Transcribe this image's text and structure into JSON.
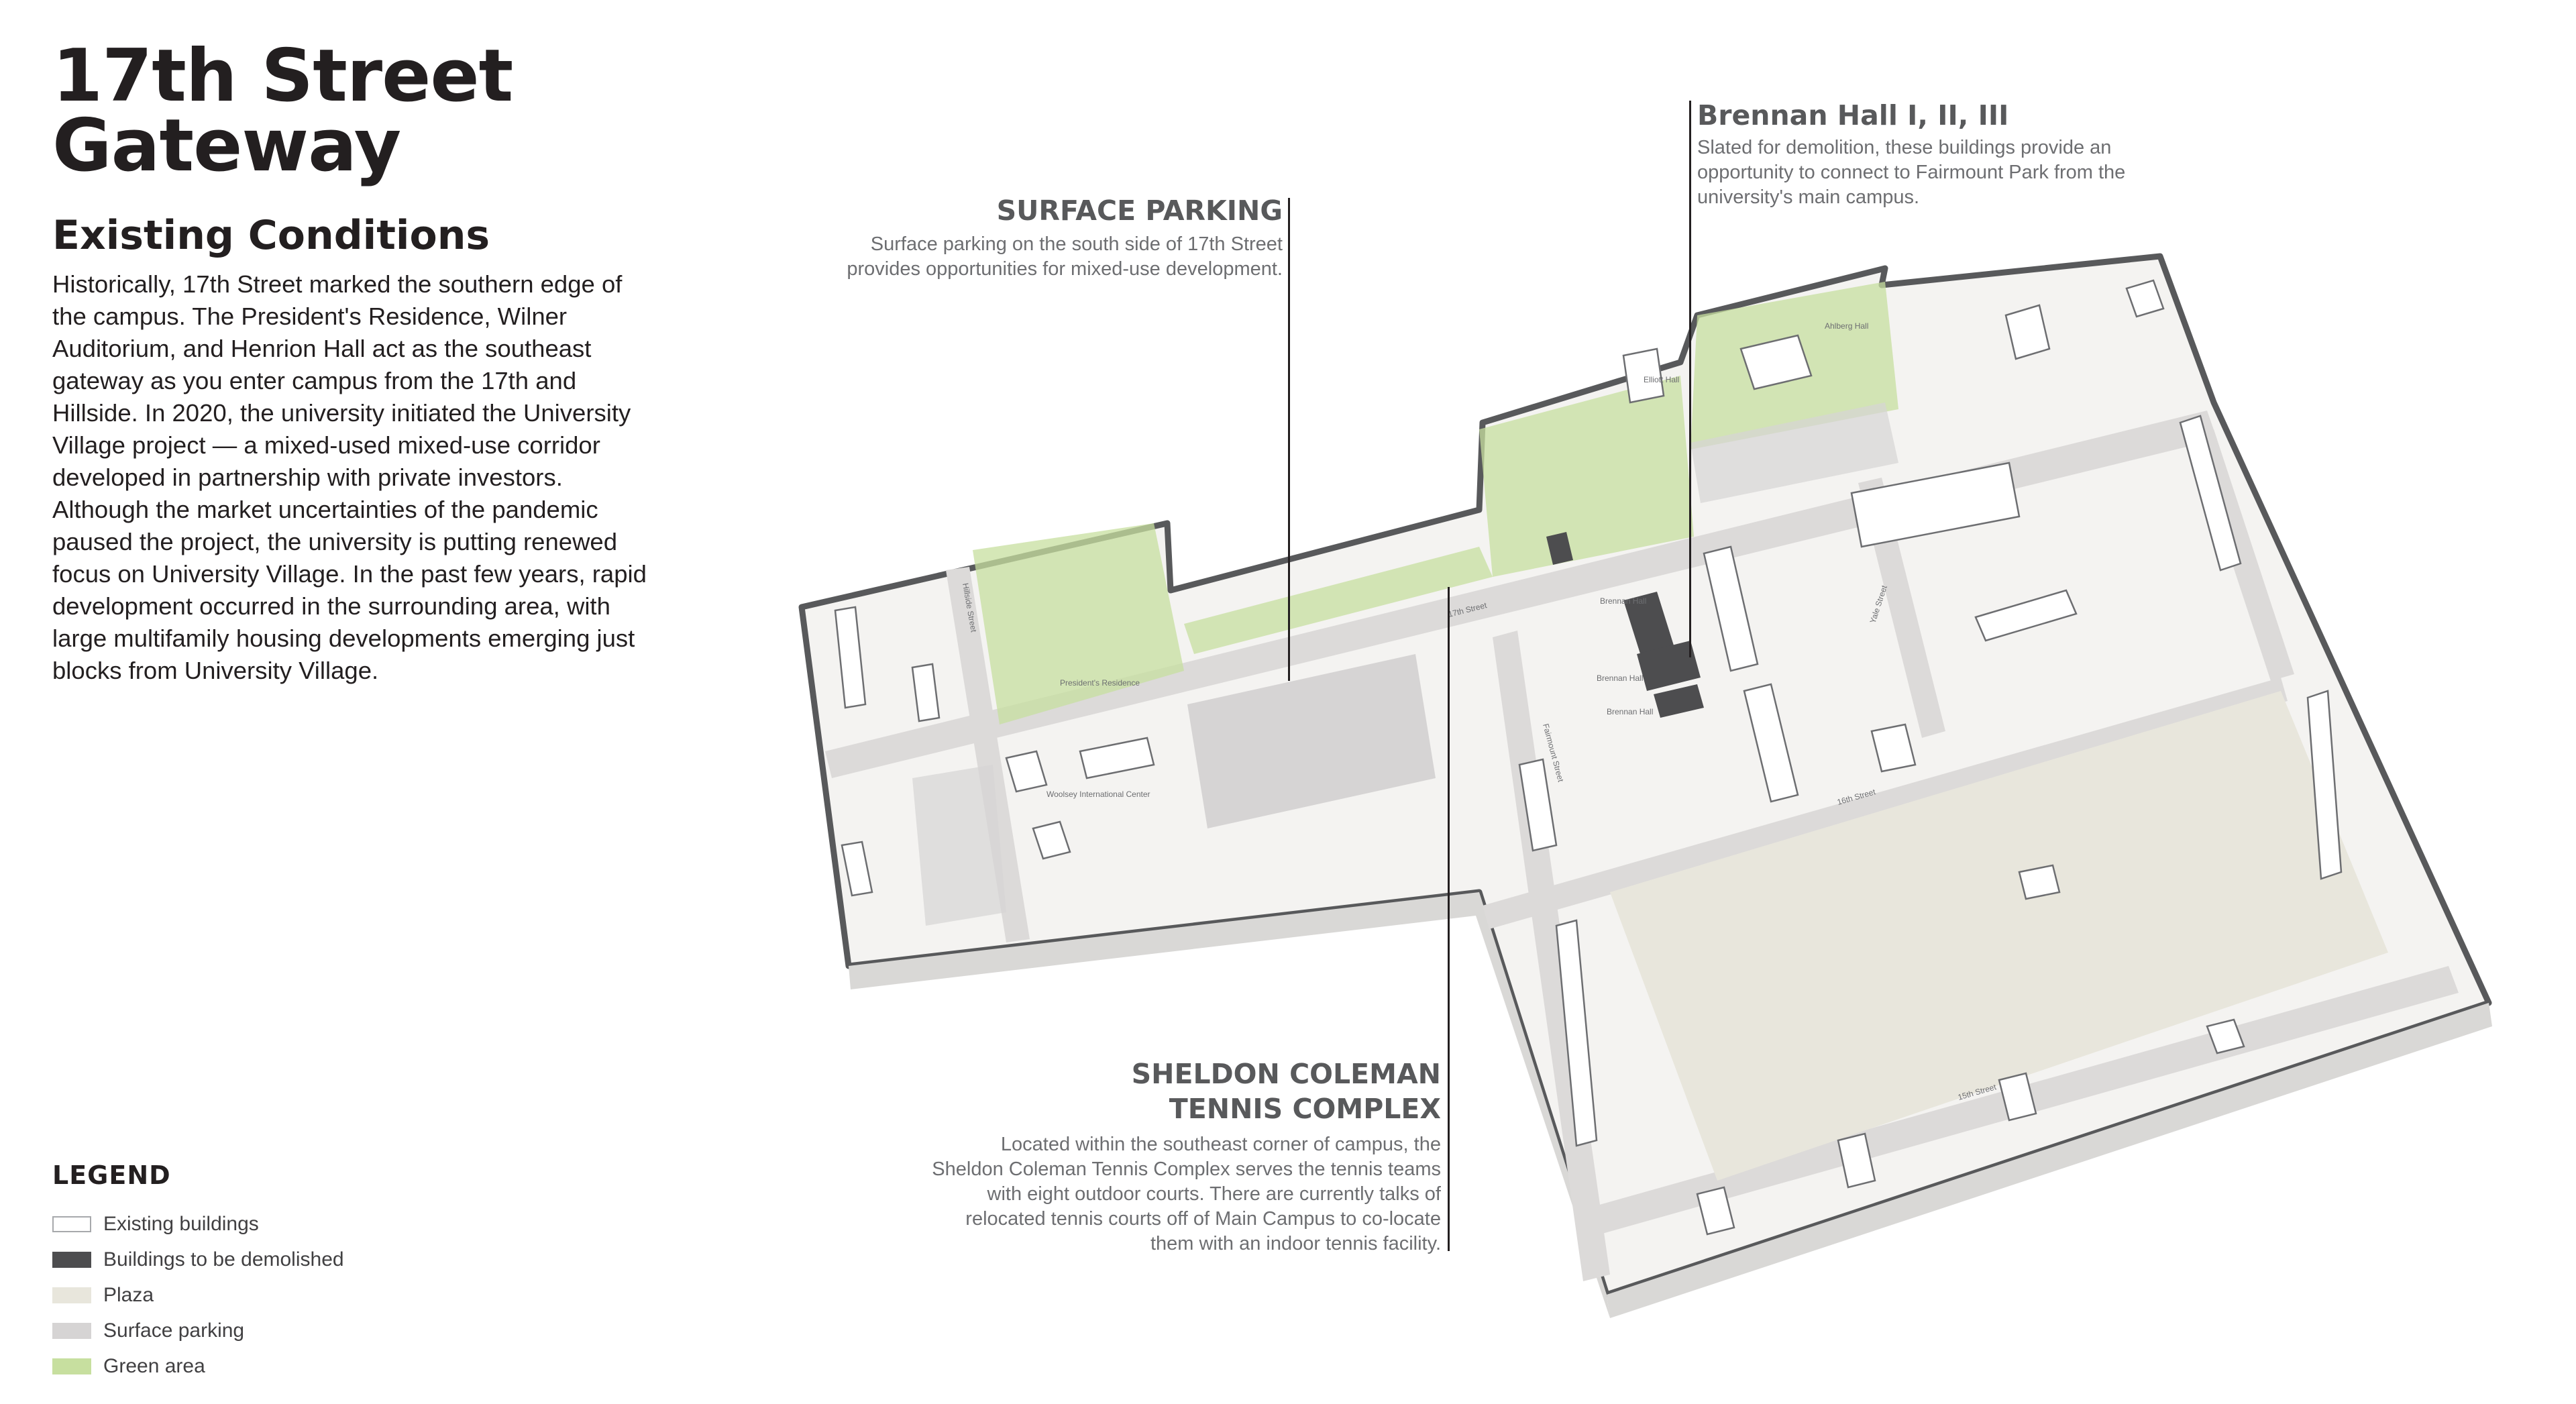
{
  "header": {
    "title": "17th Street\nGateway",
    "subtitle": "Existing Conditions",
    "body": "Historically, 17th Street marked the southern edge of the campus. The President's Residence, Wilner Auditorium, and Henrion Hall act as the southeast gateway as you enter campus from the 17th and Hillside. In 2020, the university initiated the University Village project — a mixed-used mixed-use corridor developed in partnership with private investors. Although the market uncertainties of the pandemic paused the project, the university is putting renewed focus on University Village. In the past few years, rapid development occurred in the surrounding area, with large multifamily housing developments emerging just blocks from University Village."
  },
  "callouts": {
    "surface_parking": {
      "title": "SURFACE PARKING",
      "text": "Surface parking on the south side of 17th Street provides opportunities for mixed-use development."
    },
    "brennan": {
      "title": "Brennan Hall I, II, III",
      "text": "Slated for demolition, these buildings provide an opportunity to connect to Fairmount Park from the university's main campus."
    },
    "tennis": {
      "title": "SHELDON COLEMAN TENNIS COMPLEX",
      "text": "Located within the southeast corner of campus, the Sheldon Coleman Tennis Complex serves the tennis teams with eight outdoor courts. There are currently talks of relocated tennis courts off of Main Campus to co-locate them with an indoor tennis facility."
    }
  },
  "legend": {
    "title": "LEGEND",
    "items": [
      {
        "label": "Existing buildings",
        "color": "#ffffff"
      },
      {
        "label": "Buildings to be demolished",
        "color": "#4d4d4f"
      },
      {
        "label": "Plaza",
        "color": "#e8e6dc"
      },
      {
        "label": "Surface parking",
        "color": "#d6d4d4"
      },
      {
        "label": "Green area",
        "color": "#c7df9f"
      }
    ]
  },
  "map_labels": {
    "street_17th": "17th Street",
    "street_16th": "16th Street",
    "street_15th": "15th Street",
    "hillside": "Hillside Street",
    "fairmount": "Fairmount Street",
    "yale": "Yale Street",
    "president_residence": "President's Residence",
    "intl_center": "Woolsey International Center",
    "brennan_1": "Brennan Hall",
    "brennan_2": "Brennan Hall",
    "brennan_3": "Brennan Hall",
    "elliott": "Elliott Hall",
    "ahlberg": "Ahlberg Hall"
  }
}
